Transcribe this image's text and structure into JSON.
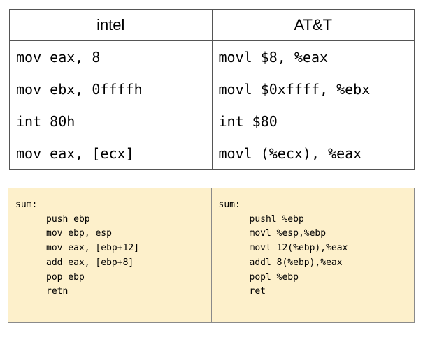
{
  "table": {
    "headers": [
      "intel",
      "AT&T"
    ],
    "rows": [
      [
        "mov eax, 8",
        "movl $8, %eax"
      ],
      [
        "mov ebx, 0ffffh",
        "movl $0xffff, %ebx"
      ],
      [
        "int 80h",
        "int $80"
      ],
      [
        "mov eax, [ecx]",
        "movl (%ecx), %eax"
      ]
    ]
  },
  "code": {
    "intel": {
      "label": "sum:",
      "lines": [
        "push ebp",
        "mov ebp, esp",
        "mov eax, [ebp+12]",
        "add eax, [ebp+8]",
        "pop ebp",
        "retn"
      ]
    },
    "att": {
      "label": "sum:",
      "lines": [
        "pushl %ebp",
        "movl %esp,%ebp",
        "movl 12(%ebp),%eax",
        "addl 8(%ebp),%eax",
        "popl %ebp",
        "ret"
      ]
    }
  },
  "colors": {
    "code_background": "#fdf0cb",
    "border": "#555555"
  }
}
